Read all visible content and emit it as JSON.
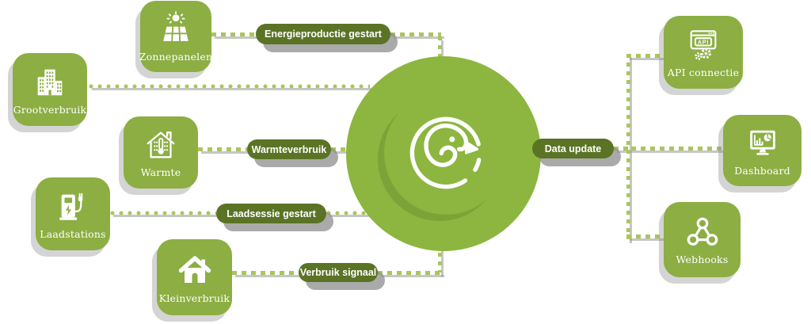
{
  "diagram": {
    "colors": {
      "card": "#8cae43",
      "hub": "#8cb63f",
      "crescent": "#7ba338",
      "pill": "#5a7325",
      "dash": "#a9c75a",
      "shadow": "#8d8d8d"
    },
    "sources": [
      {
        "label": "Zonnepanelen",
        "icon": "solar-panel"
      },
      {
        "label": "Grootverbruik",
        "icon": "buildings"
      },
      {
        "label": "Warmte",
        "icon": "heated-house"
      },
      {
        "label": "Laadstations",
        "icon": "ev-charger"
      },
      {
        "label": "Kleinverbruik",
        "icon": "house"
      }
    ],
    "events": [
      {
        "label": "Energieproductie gestart"
      },
      {
        "label": "Warmteverbruik"
      },
      {
        "label": "Laadsessie gestart"
      },
      {
        "label": "Verbruik signaal"
      }
    ],
    "hub": {
      "logo": "swan-logo",
      "output_label": "Data update"
    },
    "outputs": [
      {
        "label": "API connectie",
        "icon": "api-window",
        "icon_text": "API"
      },
      {
        "label": "Dashboard",
        "icon": "dashboard-monitor"
      },
      {
        "label": "Webhooks",
        "icon": "webhooks-nodes"
      }
    ]
  }
}
